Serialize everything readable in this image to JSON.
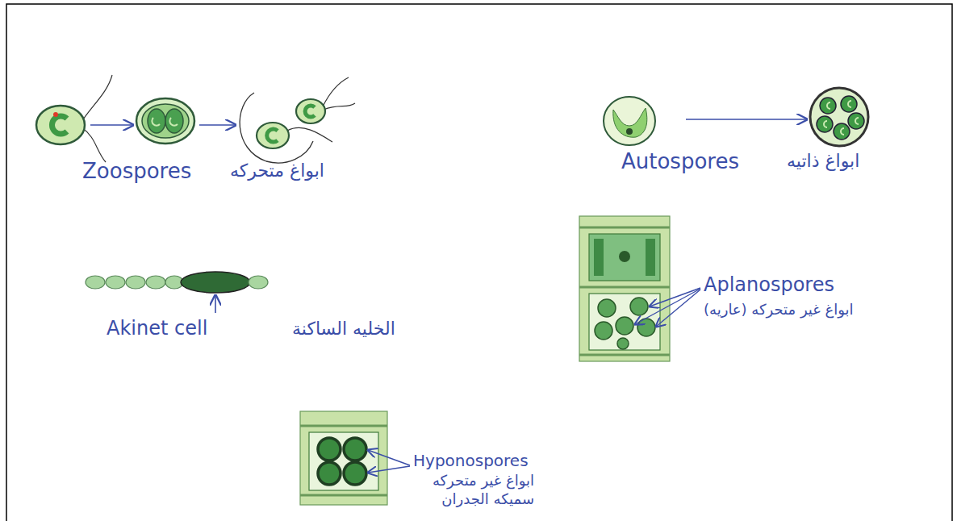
{
  "diagram": {
    "labels": [
      "Zoospores",
      "ابواغ متحركه",
      "Autospores",
      "ابواغ ذاتيه",
      "Akinet cell",
      "الخليه الساكنة",
      "Aplanospores",
      "ابواغ غير متحركه (عاريه)",
      "Hyponospores",
      "ابواغ غير متحركه سميكه الجدران"
    ]
  }
}
